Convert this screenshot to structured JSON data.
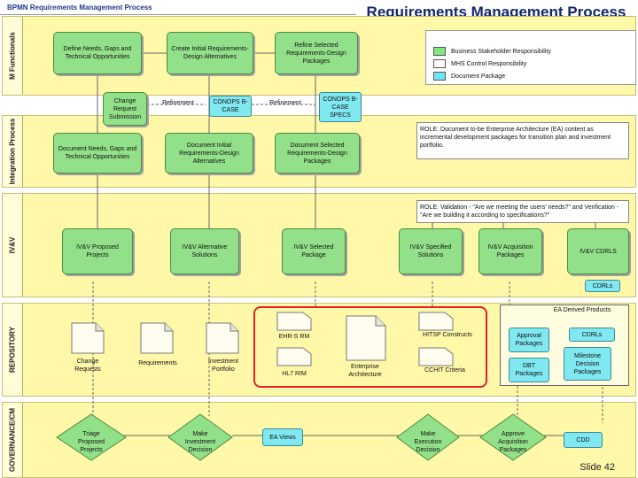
{
  "header": {
    "process_title": "BPMN Requirements Management Process",
    "slide_title": "Requirements Management Process",
    "slide_number": "Slide 42"
  },
  "legend": {
    "items": [
      {
        "label": "Business Stakeholder Responsibility",
        "color": "#7ee87a"
      },
      {
        "label": "MHS Control Responsibility",
        "color": "#ffffff"
      },
      {
        "label": "Document Package",
        "color": "#6ee6f2"
      }
    ]
  },
  "lanes": {
    "functionals": "M Functionals",
    "integration": "Integration Process",
    "ivv": "IV&V",
    "repository": "REPOSITORY",
    "governance": "GOVERNANCE/CM"
  },
  "functionals": {
    "define_needs": "Define Needs, Gaps and Technical Opportunities",
    "create_initial": "Create Initial Requirements-Design Alternatives",
    "refine_selected": "Refine Selected Requirements-Design Packages",
    "change_request": "Change Request Submission",
    "refinement_1": "Refinement",
    "conops_1": "CONOPS B-CASE",
    "refinement_2": "Refinement",
    "conops_2": "CONOPS B-CASE SPECS"
  },
  "integration": {
    "doc_needs": "Document Needs, Gaps and Technical Opportunities",
    "doc_initial": "Document Initial Requirements-Design Alternatives",
    "doc_selected": "Document Selected Requirements-Design Packages",
    "role_note": "ROLE: Document to-be Enterprise Architecture (EA) content as incremental development packages for transition plan and investment portfolio."
  },
  "ivv": {
    "role_note": "ROLE: Validation - \"Are we meeting the users' needs?\" and Verification - \"Are we building it according to specifications?\"",
    "proposed": "IV&V Proposed Projects",
    "alternative": "IV&V Alternative Solutions",
    "selected": "IV&V Selected Package",
    "specified": "IV&V Specified Solutions",
    "acquisition": "IV&V Acquisition Packages",
    "cdrls": "IV&V CDRLS",
    "cdrls_doc": "CDRLs"
  },
  "repository": {
    "change_requests": "Change Requests",
    "requirements": "Requirements",
    "investment_portfolio": "Investment Portfolio",
    "ehr_s_rm": "EHR-S RM",
    "hl7_rm": "HL7 RIM",
    "enterprise_architecture": "Enterprise Architecture",
    "hitsp": "HITSP Constructs",
    "cchit": "CCHIT Criteria",
    "ea_derived": "EA Derived Products",
    "approval": "Approval Packages",
    "cdrls": "CDRLs",
    "dbt": "DBT Packages",
    "milestone": "Milestone Decision Packages"
  },
  "governance": {
    "triage": "Triage Proposed Projects",
    "make_investment": "Make Investment Decision",
    "ea_views": "EA Views",
    "make_execution": "Make Execution Decision",
    "approve_acquisition": "Approve Acquisition Packages",
    "cdd": "CDD"
  }
}
